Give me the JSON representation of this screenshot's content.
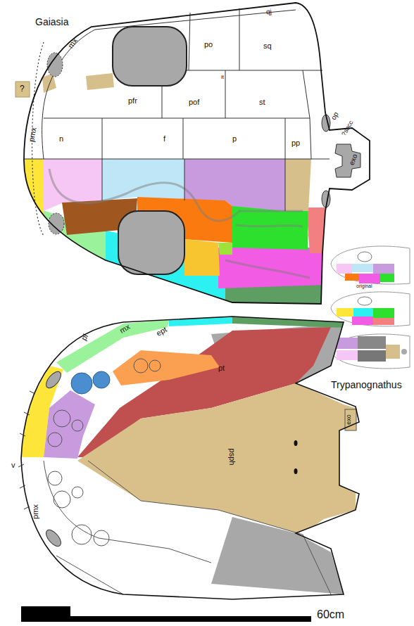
{
  "diagram": {
    "labels": [
      "Gaiasia",
      "qj",
      "mx",
      "sq",
      "po",
      "?",
      "pfr",
      "pof",
      "st",
      "it",
      "op",
      "?socc",
      "pmx",
      "n",
      "f",
      "p",
      "pp",
      "exo",
      "Trypanognathus",
      "original",
      "pl",
      "mx",
      "ept",
      "v",
      "pt",
      "psph",
      "exo",
      "pmx",
      "60cm"
    ]
  }
}
